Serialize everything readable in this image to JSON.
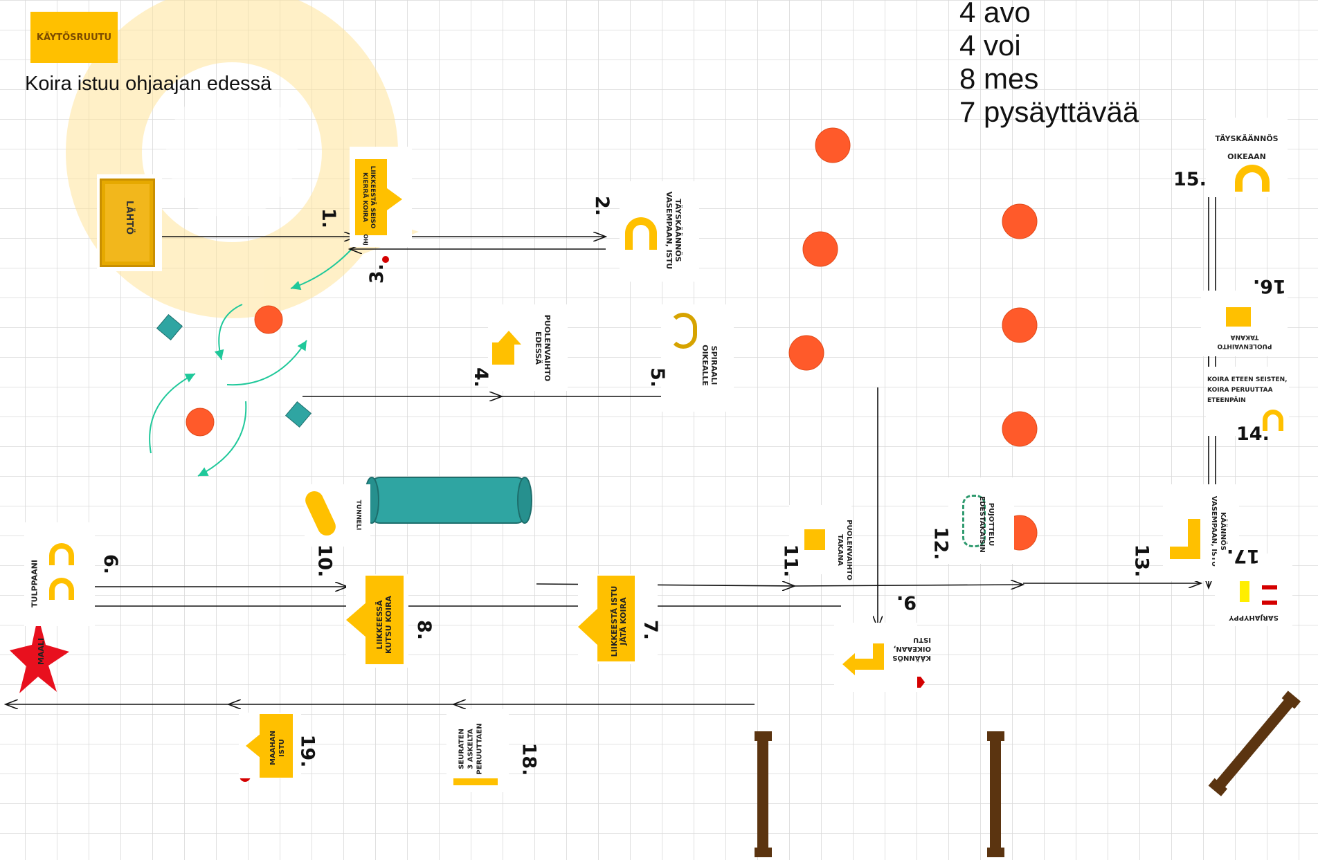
{
  "legend": {
    "label": "KÄYTÖSRUUTU",
    "text": "Koira istuu ohjaajan edessä"
  },
  "counts": [
    "4 avo",
    "4 voi",
    "8 mes",
    "7 pysäyttävää"
  ],
  "start_label": "LÄHTÖ",
  "finish_label": "MAALI",
  "signs": {
    "s1": "LIIKKEESTÄ SEISO\nKIERRÄ KOIRA",
    "s1b": "OHJ",
    "s2": "TÄYSKÄÄNNÖS\nVASEMPAAN, ISTU",
    "s4": "PUOLENVAIHTO\nEDESSÄ",
    "s5": "SPIRAALI\nOIKEALLE",
    "s6": "TULPPAANI",
    "s7": "LIIKKEESTÄ ISTU\nJÄTÄ KOIRA",
    "s8": "LIIKKEESSÄ\nKUTSU KOIRA",
    "s9": "KÄÄNNÖS\nOIKEAAN,\nISTU",
    "s10": "TUNNELI",
    "s11": "PUOLENVAIHTO\nTAKANA",
    "s12": "PUJOTTELU\nEDESTAKAISIN",
    "s13": "KÄÄNNÖS\nVASEMPAAN, ISTU",
    "s14": "KOIRA ETEEN SEISTEN,\nKOIRA PERUUTTAA\nETEENPÄIN",
    "s15": "TÄYSKÄÄNNÖS\nOIKEAAN",
    "s16": "PUOLENVAIHTO\nTAKANA",
    "s17": "SARJAHYPPY",
    "s18": "SEURATEN\n3 ASKELTA\nPERUUTTAEN",
    "s19": "MAAHAN\nISTU"
  },
  "numbers": {
    "n1": "1.",
    "n2": "2.",
    "n3": "3.",
    "n4": "4.",
    "n5": "5.",
    "n6": "6.",
    "n7": "7.",
    "n8": "8.",
    "n9": "9.",
    "n10": "10.",
    "n11": "11.",
    "n12": "12.",
    "n13": "13.",
    "n14": "14.",
    "n15": "15.",
    "n16": "16.",
    "n17": "17.",
    "n18": "18.",
    "n19": "19."
  },
  "colors": {
    "sign_yellow": "#FFC000",
    "cone": "#FF5A2A",
    "tunnel": "#2FA5A2",
    "hurdle": "#5B3410",
    "path_green": "#1FC89A",
    "stop_red": "#D40000",
    "grid": "#D9D9D9"
  }
}
